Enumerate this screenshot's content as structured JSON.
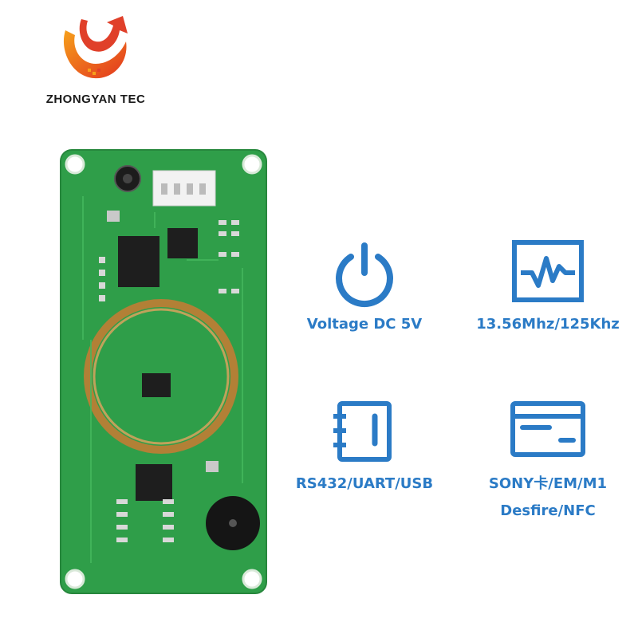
{
  "brand": {
    "name": "ZHONGYAN TEC"
  },
  "features": [
    {
      "icon": "power-icon",
      "label": "Voltage DC 5V"
    },
    {
      "icon": "frequency-waveform-icon",
      "label": "13.56Mhz/125Khz"
    },
    {
      "icon": "port-interface-icon",
      "label": "RS432/UART/USB"
    },
    {
      "icon": "card-icon",
      "label_line1": "SONY卡/EM/M1",
      "label_line2": "Desfire/NFC"
    }
  ],
  "colors": {
    "accent": "#2b7bc6",
    "pcb_green": "#2f9e49",
    "coil": "#c97a33",
    "logo_red": "#e0402a",
    "logo_orange": "#f39a1e"
  }
}
